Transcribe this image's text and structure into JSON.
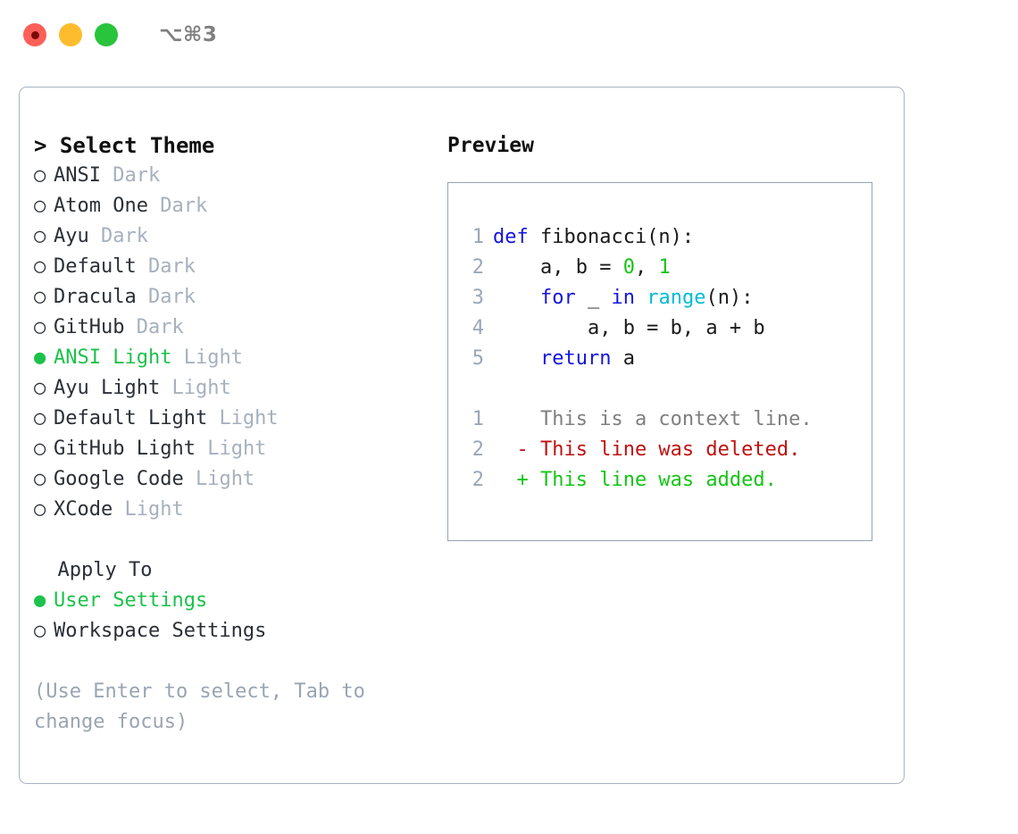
{
  "titlebar": {
    "shortcut": "⌥⌘3",
    "buttons": [
      {
        "name": "close",
        "color": "#fc6058"
      },
      {
        "name": "minimize",
        "color": "#fdbc2e"
      },
      {
        "name": "zoom",
        "color": "#2ac33c"
      }
    ]
  },
  "theme_panel": {
    "heading": "> Select Theme",
    "bullet_selected": "●",
    "bullet_unselected": "○",
    "items": [
      {
        "bullet": "○",
        "name": "ANSI",
        "variant": "Dark",
        "selected": false
      },
      {
        "bullet": "○",
        "name": "Atom One",
        "variant": "Dark",
        "selected": false
      },
      {
        "bullet": "○",
        "name": "Ayu",
        "variant": "Dark",
        "selected": false
      },
      {
        "bullet": "○",
        "name": "Default",
        "variant": "Dark",
        "selected": false
      },
      {
        "bullet": "○",
        "name": "Dracula",
        "variant": "Dark",
        "selected": false
      },
      {
        "bullet": "○",
        "name": "GitHub",
        "variant": "Dark",
        "selected": false
      },
      {
        "bullet": "●",
        "name": "ANSI Light",
        "variant": "Light",
        "selected": true
      },
      {
        "bullet": "○",
        "name": "Ayu Light",
        "variant": "Light",
        "selected": false
      },
      {
        "bullet": "○",
        "name": "Default Light",
        "variant": "Light",
        "selected": false
      },
      {
        "bullet": "○",
        "name": "GitHub Light",
        "variant": "Light",
        "selected": false
      },
      {
        "bullet": "○",
        "name": "Google Code",
        "variant": "Light",
        "selected": false
      },
      {
        "bullet": "○",
        "name": "XCode",
        "variant": "Light",
        "selected": false
      }
    ]
  },
  "apply_to": {
    "label": "  Apply To",
    "items": [
      {
        "bullet": "●",
        "name": "User Settings",
        "selected": true
      },
      {
        "bullet": "○",
        "name": "Workspace Settings",
        "selected": false
      }
    ]
  },
  "hint": "(Use Enter to select, Tab to change focus)",
  "preview": {
    "title": "Preview",
    "code": [
      {
        "n": "1",
        "tokens": [
          {
            "t": "def ",
            "c": "kw"
          },
          {
            "t": "fibonacci(n):",
            "c": ""
          }
        ]
      },
      {
        "n": "2",
        "tokens": [
          {
            "t": "    a, b = ",
            "c": ""
          },
          {
            "t": "0",
            "c": "num"
          },
          {
            "t": ", ",
            "c": ""
          },
          {
            "t": "1",
            "c": "num"
          }
        ]
      },
      {
        "n": "3",
        "tokens": [
          {
            "t": "    ",
            "c": ""
          },
          {
            "t": "for",
            "c": "kw"
          },
          {
            "t": " _ ",
            "c": ""
          },
          {
            "t": "in",
            "c": "kw"
          },
          {
            "t": " ",
            "c": ""
          },
          {
            "t": "range",
            "c": "fn"
          },
          {
            "t": "(n):",
            "c": ""
          }
        ]
      },
      {
        "n": "4",
        "tokens": [
          {
            "t": "        a, b = b, a + b",
            "c": ""
          }
        ]
      },
      {
        "n": "5",
        "tokens": [
          {
            "t": "    ",
            "c": ""
          },
          {
            "t": "return",
            "c": "kw"
          },
          {
            "t": " a",
            "c": ""
          }
        ]
      }
    ],
    "diff": [
      {
        "n": "1",
        "marker": " ",
        "text": " This is a context line.",
        "kind": "diff-ctx"
      },
      {
        "n": "2",
        "marker": "-",
        "text": " This line was deleted.",
        "kind": "diff-del"
      },
      {
        "n": "2",
        "marker": "+",
        "text": " This line was added.",
        "kind": "diff-add"
      }
    ]
  },
  "colors": {
    "accent_green": "#1cc24a",
    "keyword_blue": "#1414e0",
    "function_cyan": "#00bcd4",
    "number_green": "#13c413",
    "muted": "#a7b0bd",
    "border": "#a9b2c0",
    "diff_add": "#15c415",
    "diff_del": "#c01010"
  }
}
